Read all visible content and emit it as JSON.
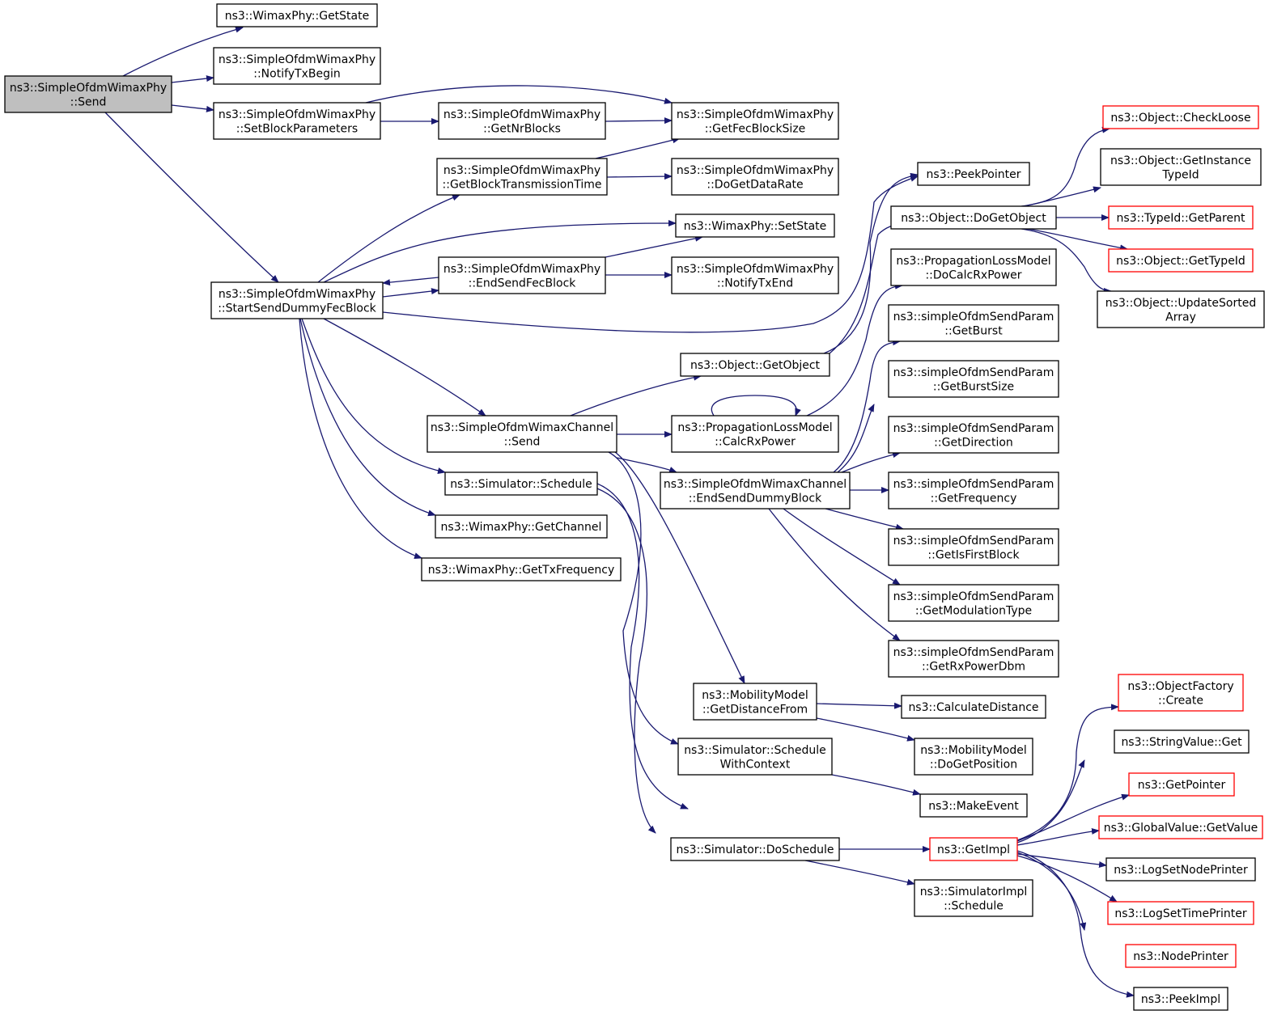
{
  "graph": {
    "root": "send",
    "colors": {
      "edge": "#191970",
      "truncated_border": "#ff0000",
      "root_fill": "#bfbfbf",
      "node_border": "#000000"
    },
    "nodes": [
      {
        "id": "send",
        "lines": [
          "ns3::SimpleOfdmWimaxPhy",
          "::Send"
        ],
        "root": true
      },
      {
        "id": "getState",
        "lines": [
          "ns3::WimaxPhy::GetState"
        ]
      },
      {
        "id": "notifyTxBegin",
        "lines": [
          "ns3::SimpleOfdmWimaxPhy",
          "::NotifyTxBegin"
        ]
      },
      {
        "id": "setBlockParameters",
        "lines": [
          "ns3::SimpleOfdmWimaxPhy",
          "::SetBlockParameters"
        ]
      },
      {
        "id": "getNrBlocks",
        "lines": [
          "ns3::SimpleOfdmWimaxPhy",
          "::GetNrBlocks"
        ]
      },
      {
        "id": "getFecBlockSize",
        "lines": [
          "ns3::SimpleOfdmWimaxPhy",
          "::GetFecBlockSize"
        ]
      },
      {
        "id": "getBlockTransmissionTime",
        "lines": [
          "ns3::SimpleOfdmWimaxPhy",
          "::GetBlockTransmissionTime"
        ]
      },
      {
        "id": "doGetDataRate",
        "lines": [
          "ns3::SimpleOfdmWimaxPhy",
          "::DoGetDataRate"
        ]
      },
      {
        "id": "setState",
        "lines": [
          "ns3::WimaxPhy::SetState"
        ]
      },
      {
        "id": "endSendFecBlock",
        "lines": [
          "ns3::SimpleOfdmWimaxPhy",
          "::EndSendFecBlock"
        ]
      },
      {
        "id": "notifyTxEnd",
        "lines": [
          "ns3::SimpleOfdmWimaxPhy",
          "::NotifyTxEnd"
        ]
      },
      {
        "id": "startSendDummyFecBlock",
        "lines": [
          "ns3::SimpleOfdmWimaxPhy",
          "::StartSendDummyFecBlock"
        ]
      },
      {
        "id": "peekPointer",
        "lines": [
          "ns3::PeekPointer"
        ]
      },
      {
        "id": "doGetObject",
        "lines": [
          "ns3::Object::DoGetObject"
        ]
      },
      {
        "id": "doCalcRxPower",
        "lines": [
          "ns3::PropagationLossModel",
          "::DoCalcRxPower"
        ]
      },
      {
        "id": "getObject",
        "lines": [
          "ns3::Object::GetObject"
        ]
      },
      {
        "id": "checkLoose",
        "lines": [
          "ns3::Object::CheckLoose"
        ],
        "truncated": true
      },
      {
        "id": "getInstanceTypeId",
        "lines": [
          "ns3::Object::GetInstance",
          "TypeId"
        ]
      },
      {
        "id": "getParent",
        "lines": [
          "ns3::TypeId::GetParent"
        ],
        "truncated": true
      },
      {
        "id": "getTypeId",
        "lines": [
          "ns3::Object::GetTypeId"
        ],
        "truncated": true
      },
      {
        "id": "updateSortedArray",
        "lines": [
          "ns3::Object::UpdateSorted",
          "Array"
        ]
      },
      {
        "id": "getBurst",
        "lines": [
          "ns3::simpleOfdmSendParam",
          "::GetBurst"
        ]
      },
      {
        "id": "getBurstSize",
        "lines": [
          "ns3::simpleOfdmSendParam",
          "::GetBurstSize"
        ]
      },
      {
        "id": "getDirection",
        "lines": [
          "ns3::simpleOfdmSendParam",
          "::GetDirection"
        ]
      },
      {
        "id": "getFrequency",
        "lines": [
          "ns3::simpleOfdmSendParam",
          "::GetFrequency"
        ]
      },
      {
        "id": "getIsFirstBlock",
        "lines": [
          "ns3::simpleOfdmSendParam",
          "::GetIsFirstBlock"
        ]
      },
      {
        "id": "getModulationType",
        "lines": [
          "ns3::simpleOfdmSendParam",
          "::GetModulationType"
        ]
      },
      {
        "id": "getRxPowerDbm",
        "lines": [
          "ns3::simpleOfdmSendParam",
          "::GetRxPowerDbm"
        ]
      },
      {
        "id": "channelSend",
        "lines": [
          "ns3::SimpleOfdmWimaxChannel",
          "::Send"
        ]
      },
      {
        "id": "calcRxPower",
        "lines": [
          "ns3::PropagationLossModel",
          "::CalcRxPower"
        ]
      },
      {
        "id": "endSendDummyBlock",
        "lines": [
          "ns3::SimpleOfdmWimaxChannel",
          "::EndSendDummyBlock"
        ]
      },
      {
        "id": "schedule",
        "lines": [
          "ns3::Simulator::Schedule"
        ]
      },
      {
        "id": "getChannel",
        "lines": [
          "ns3::WimaxPhy::GetChannel"
        ]
      },
      {
        "id": "getTxFrequency",
        "lines": [
          "ns3::WimaxPhy::GetTxFrequency"
        ]
      },
      {
        "id": "getDistanceFrom",
        "lines": [
          "ns3::MobilityModel",
          "::GetDistanceFrom"
        ]
      },
      {
        "id": "calculateDistance",
        "lines": [
          "ns3::CalculateDistance"
        ]
      },
      {
        "id": "doGetPosition",
        "lines": [
          "ns3::MobilityModel",
          "::DoGetPosition"
        ]
      },
      {
        "id": "scheduleWithContext",
        "lines": [
          "ns3::Simulator::Schedule",
          "WithContext"
        ]
      },
      {
        "id": "makeEvent",
        "lines": [
          "ns3::MakeEvent"
        ]
      },
      {
        "id": "doSchedule",
        "lines": [
          "ns3::Simulator::DoSchedule"
        ]
      },
      {
        "id": "getImpl",
        "lines": [
          "ns3::GetImpl"
        ],
        "truncated": true
      },
      {
        "id": "simulatorImplSchedule",
        "lines": [
          "ns3::SimulatorImpl",
          "::Schedule"
        ]
      },
      {
        "id": "objectFactoryCreate",
        "lines": [
          "ns3::ObjectFactory",
          "::Create"
        ],
        "truncated": true
      },
      {
        "id": "stringValueGet",
        "lines": [
          "ns3::StringValue::Get"
        ]
      },
      {
        "id": "getPointer",
        "lines": [
          "ns3::GetPointer"
        ],
        "truncated": true
      },
      {
        "id": "globalValueGetValue",
        "lines": [
          "ns3::GlobalValue::GetValue"
        ],
        "truncated": true
      },
      {
        "id": "logSetNodePrinter",
        "lines": [
          "ns3::LogSetNodePrinter"
        ]
      },
      {
        "id": "logSetTimePrinter",
        "lines": [
          "ns3::LogSetTimePrinter"
        ],
        "truncated": true
      },
      {
        "id": "nodePrinter",
        "lines": [
          "ns3::NodePrinter"
        ],
        "truncated": true
      },
      {
        "id": "peekImpl",
        "lines": [
          "ns3::PeekImpl"
        ]
      }
    ],
    "edges": [
      [
        "send",
        "getState"
      ],
      [
        "send",
        "notifyTxBegin"
      ],
      [
        "send",
        "setBlockParameters"
      ],
      [
        "send",
        "startSendDummyFecBlock"
      ],
      [
        "setBlockParameters",
        "getNrBlocks"
      ],
      [
        "setBlockParameters",
        "getFecBlockSize"
      ],
      [
        "getNrBlocks",
        "getFecBlockSize"
      ],
      [
        "getBlockTransmissionTime",
        "getFecBlockSize"
      ],
      [
        "getBlockTransmissionTime",
        "doGetDataRate"
      ],
      [
        "startSendDummyFecBlock",
        "getBlockTransmissionTime"
      ],
      [
        "startSendDummyFecBlock",
        "setState"
      ],
      [
        "startSendDummyFecBlock",
        "endSendFecBlock"
      ],
      [
        "endSendFecBlock",
        "startSendDummyFecBlock"
      ],
      [
        "endSendFecBlock",
        "setState"
      ],
      [
        "endSendFecBlock",
        "notifyTxEnd"
      ],
      [
        "startSendDummyFecBlock",
        "peekPointer"
      ],
      [
        "startSendDummyFecBlock",
        "channelSend"
      ],
      [
        "startSendDummyFecBlock",
        "schedule"
      ],
      [
        "startSendDummyFecBlock",
        "getChannel"
      ],
      [
        "startSendDummyFecBlock",
        "getTxFrequency"
      ],
      [
        "channelSend",
        "getObject"
      ],
      [
        "channelSend",
        "calcRxPower"
      ],
      [
        "channelSend",
        "endSendDummyBlock"
      ],
      [
        "channelSend",
        "getDistanceFrom"
      ],
      [
        "channelSend",
        "scheduleWithContext"
      ],
      [
        "getObject",
        "peekPointer"
      ],
      [
        "getObject",
        "doGetObject"
      ],
      [
        "doGetObject",
        "checkLoose"
      ],
      [
        "doGetObject",
        "getInstanceTypeId"
      ],
      [
        "doGetObject",
        "getParent"
      ],
      [
        "doGetObject",
        "getTypeId"
      ],
      [
        "doGetObject",
        "updateSortedArray"
      ],
      [
        "calcRxPower",
        "calcRxPower"
      ],
      [
        "calcRxPower",
        "doCalcRxPower"
      ],
      [
        "endSendDummyBlock",
        "getBurst"
      ],
      [
        "endSendDummyBlock",
        "getBurstSize"
      ],
      [
        "endSendDummyBlock",
        "getDirection"
      ],
      [
        "endSendDummyBlock",
        "getFrequency"
      ],
      [
        "endSendDummyBlock",
        "getIsFirstBlock"
      ],
      [
        "endSendDummyBlock",
        "getModulationType"
      ],
      [
        "endSendDummyBlock",
        "getRxPowerDbm"
      ],
      [
        "getDistanceFrom",
        "calculateDistance"
      ],
      [
        "getDistanceFrom",
        "doGetPosition"
      ],
      [
        "schedule",
        "makeEvent"
      ],
      [
        "schedule",
        "doSchedule"
      ],
      [
        "scheduleWithContext",
        "makeEvent"
      ],
      [
        "doSchedule",
        "getImpl"
      ],
      [
        "doSchedule",
        "simulatorImplSchedule"
      ],
      [
        "getImpl",
        "objectFactoryCreate"
      ],
      [
        "getImpl",
        "stringValueGet"
      ],
      [
        "getImpl",
        "getPointer"
      ],
      [
        "getImpl",
        "globalValueGetValue"
      ],
      [
        "getImpl",
        "logSetNodePrinter"
      ],
      [
        "getImpl",
        "logSetTimePrinter"
      ],
      [
        "getImpl",
        "nodePrinter"
      ],
      [
        "getImpl",
        "peekImpl"
      ]
    ]
  }
}
